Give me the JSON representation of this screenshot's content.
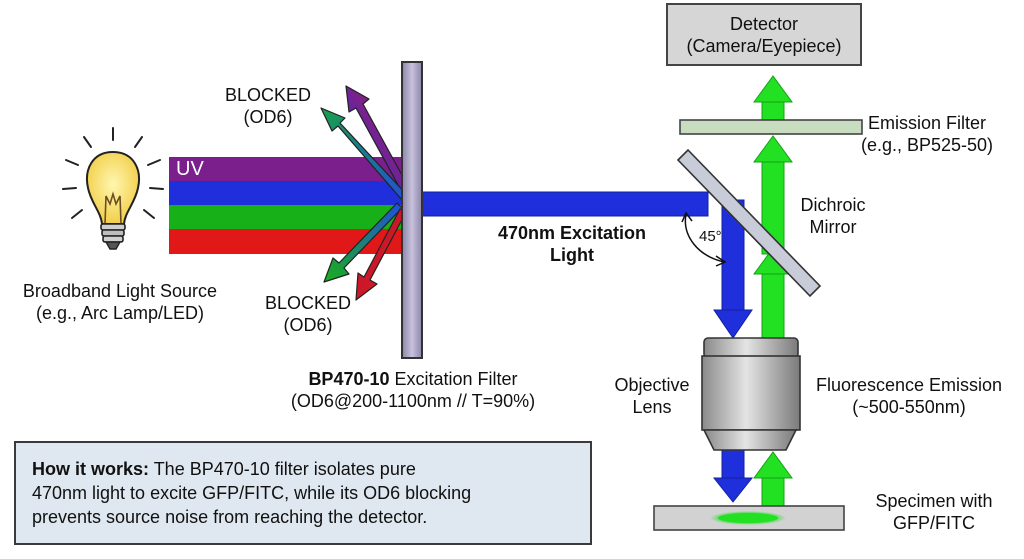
{
  "light_source": {
    "label_line1": "Broadband Light Source",
    "label_line2": "(e.g., Arc Lamp/LED)",
    "icon": "light-bulb-icon"
  },
  "beams": {
    "uv_label": "UV",
    "colors": [
      "#7a1f8c",
      "#1f2fdc",
      "#18b018",
      "#e01818"
    ]
  },
  "blocked_top": {
    "line1": "BLOCKED",
    "line2": "(OD6)"
  },
  "blocked_bottom": {
    "line1": "BLOCKED",
    "line2": "(OD6)"
  },
  "excitation_filter": {
    "name": "BP470-10",
    "name_suffix": " Excitation Filter",
    "spec": "(OD6@200-1100nm // T=90%)"
  },
  "excitation_light": {
    "line1": "470nm Excitation",
    "line2": "Light",
    "color": "#1f2fdc"
  },
  "angle_label": "45°",
  "dichroic": {
    "line1": "Dichroic",
    "line2": "Mirror"
  },
  "detector": {
    "line1": "Detector",
    "line2": "(Camera/Eyepiece)"
  },
  "emission_filter": {
    "line1": "Emission Filter",
    "line2": "(e.g., BP525-50)"
  },
  "objective": {
    "line1": "Objective",
    "line2": "Lens"
  },
  "fluorescence": {
    "line1": "Fluorescence Emission",
    "line2": "(~500-550nm)",
    "color": "#22e022"
  },
  "specimen": {
    "line1": "Specimen with",
    "line2": "GFP/FITC"
  },
  "note": {
    "heading": "How it works:",
    "line1": " The BP470-10 filter isolates pure",
    "line2": "470nm light to excite GFP/FITC, while its OD6 blocking",
    "line3": "prevents source noise from reaching the detector."
  }
}
